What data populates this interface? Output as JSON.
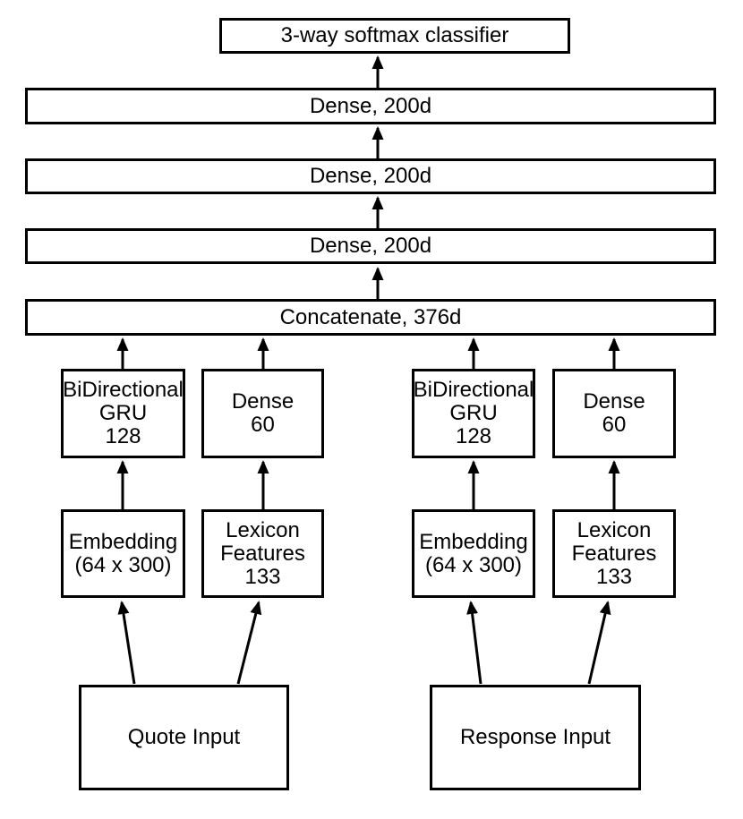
{
  "diagram": {
    "background_color": "#ffffff",
    "line_color": "#000000",
    "output_layer": {
      "label": "3-way softmax classifier"
    },
    "dense_layers": [
      {
        "label": "Dense, 200d"
      },
      {
        "label": "Dense, 200d"
      },
      {
        "label": "Dense, 200d"
      }
    ],
    "concatenate_layer": {
      "label": "Concatenate, 376d"
    },
    "quote_branch": {
      "bigru": "BiDirectional\nGRU\n128",
      "dense": "Dense\n60",
      "embedding": "Embedding\n(64 x 300)",
      "lexicon": "Lexicon\nFeatures\n133",
      "input": "Quote Input"
    },
    "response_branch": {
      "bigru": "BiDirectional\nGRU\n128",
      "dense": "Dense\n60",
      "embedding": "Embedding\n(64 x 300)",
      "lexicon": "Lexicon\nFeatures\n133",
      "input": "Response Input"
    }
  }
}
